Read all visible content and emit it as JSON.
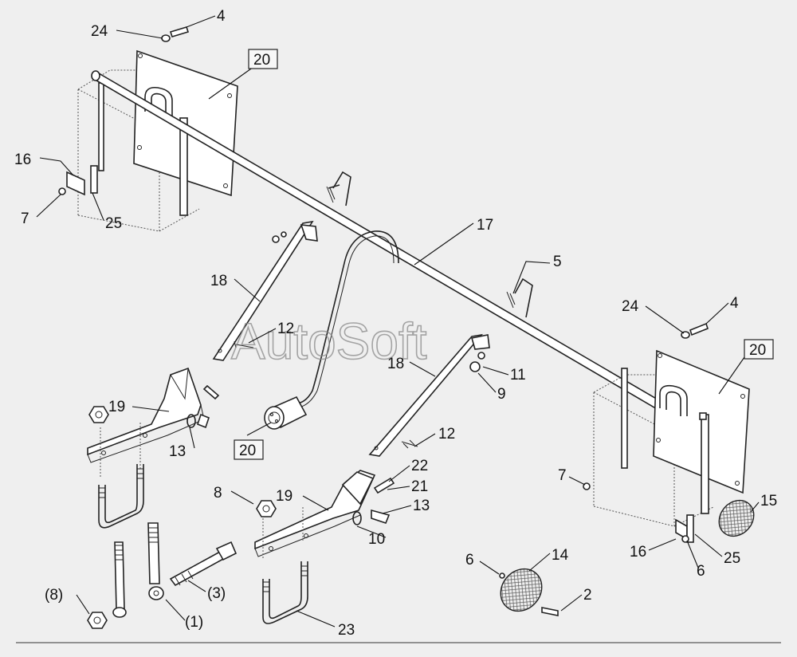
{
  "watermark": "AutoSoft",
  "callouts": {
    "n1": "(1)",
    "n2": "2",
    "n3": "(3)",
    "n4a": "4",
    "n4b": "4",
    "n5": "5",
    "n6a": "6",
    "n6b": "6",
    "n7a": "7",
    "n7b": "7",
    "n8a": "8",
    "n8b": "(8)",
    "n9": "9",
    "n10": "10",
    "n11": "11",
    "n12a": "12",
    "n12b": "12",
    "n13a": "13",
    "n13b": "13",
    "n14": "14",
    "n15": "15",
    "n16a": "16",
    "n16b": "16",
    "n17": "17",
    "n18a": "18",
    "n18b": "18",
    "n19a": "19",
    "n19b": "19",
    "n20a": "20",
    "n20b": "20",
    "n20c": "20",
    "n21": "21",
    "n22": "22",
    "n23": "23",
    "n24a": "24",
    "n24b": "24",
    "n25a": "25",
    "n25b": "25"
  }
}
